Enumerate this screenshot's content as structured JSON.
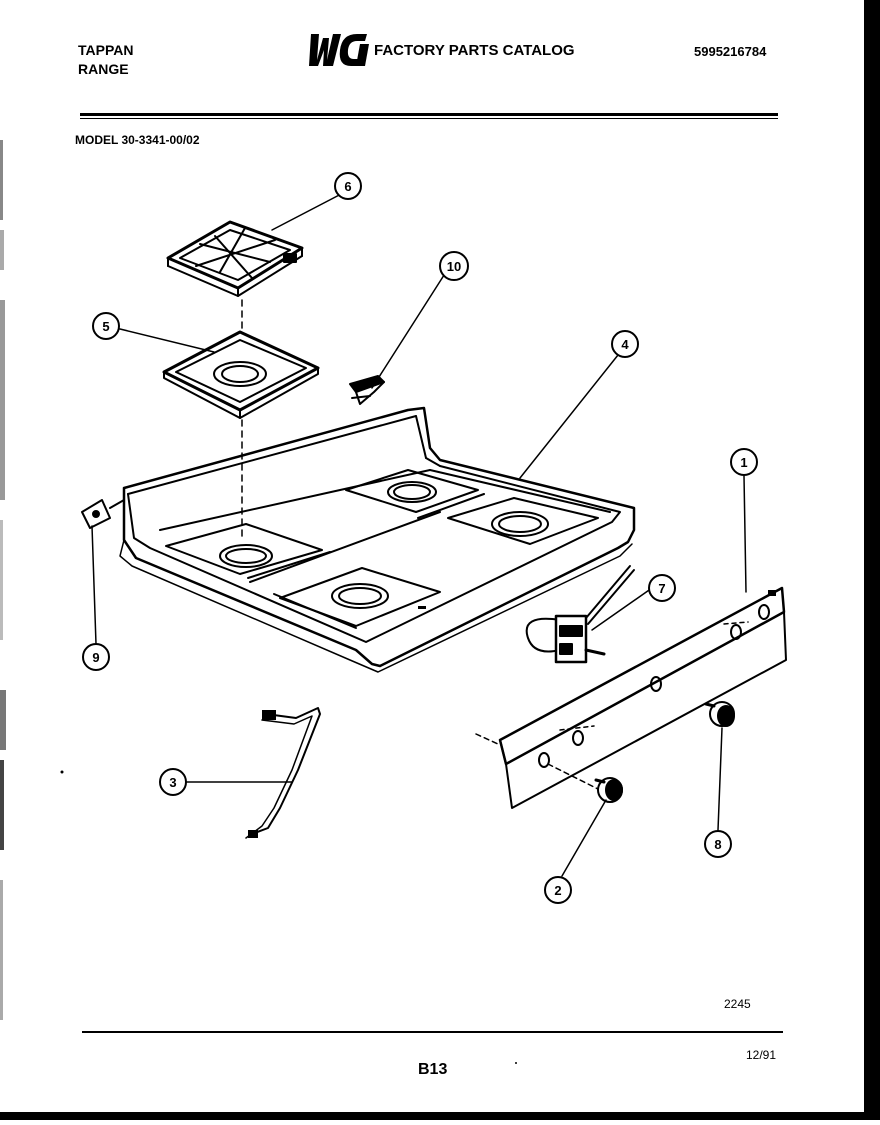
{
  "header": {
    "brand": "TAPPAN",
    "product": "RANGE",
    "logo_text": "WCI",
    "catalog_title": "FACTORY PARTS CATALOG",
    "catalog_number": "5995216784"
  },
  "model": "MODEL 30-3341-00/02",
  "callouts": [
    {
      "label": "1"
    },
    {
      "label": "2"
    },
    {
      "label": "3"
    },
    {
      "label": "4"
    },
    {
      "label": "5"
    },
    {
      "label": "6"
    },
    {
      "label": "7"
    },
    {
      "label": "8"
    },
    {
      "label": "9"
    },
    {
      "label": "10"
    }
  ],
  "footer": {
    "ref_code": "2245",
    "page": "B13",
    "date": "12/91"
  }
}
